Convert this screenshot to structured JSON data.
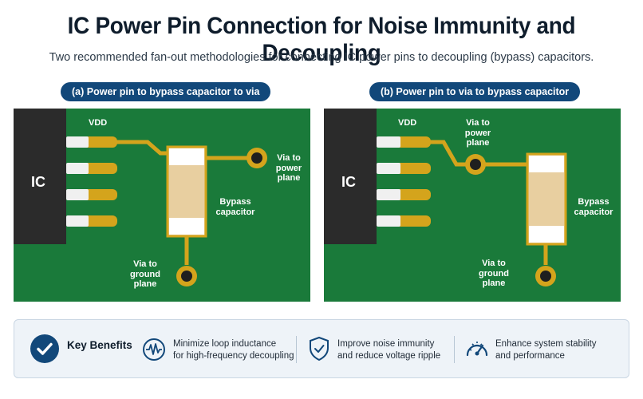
{
  "title": "IC Power Pin Connection for Noise Immunity and Decoupling",
  "subtitle": "Two recommended fan-out methodologies for connecting IC power pins to decoupling (bypass) capacitors.",
  "panels": [
    {
      "heading": "(a) Power pin to bypass capacitor to via",
      "ic_label": "IC",
      "vdd_label": "VDD",
      "via_power_label": [
        "Via to",
        "power",
        "plane"
      ],
      "cap_label": [
        "Bypass",
        "capacitor"
      ],
      "via_ground_label": [
        "Via to",
        "ground",
        "plane"
      ]
    },
    {
      "heading": "(b) Power pin to via to bypass capacitor",
      "ic_label": "IC",
      "vdd_label": "VDD",
      "via_power_label": [
        "Via to",
        "power",
        "plane"
      ],
      "cap_label": [
        "Bypass",
        "capacitor"
      ],
      "via_ground_label": [
        "Via to",
        "ground",
        "plane"
      ]
    }
  ],
  "benefits": {
    "title": "Key Benefits",
    "items": [
      {
        "icon": "waveform-icon",
        "lines": [
          "Minimize loop inductance",
          "for high-frequency decoupling"
        ]
      },
      {
        "icon": "shield-check-icon",
        "lines": [
          "Improve noise immunity",
          "and reduce voltage ripple"
        ]
      },
      {
        "icon": "gauge-icon",
        "lines": [
          "Enhance system stability",
          "and performance"
        ]
      }
    ]
  },
  "colors": {
    "pcb": "#1a7a3a",
    "ic_body": "#2b2b2b",
    "copper": "#d4a41c",
    "capacitor": "#e8cfa0",
    "pill": "#12487a",
    "check_circle": "#12487a"
  }
}
